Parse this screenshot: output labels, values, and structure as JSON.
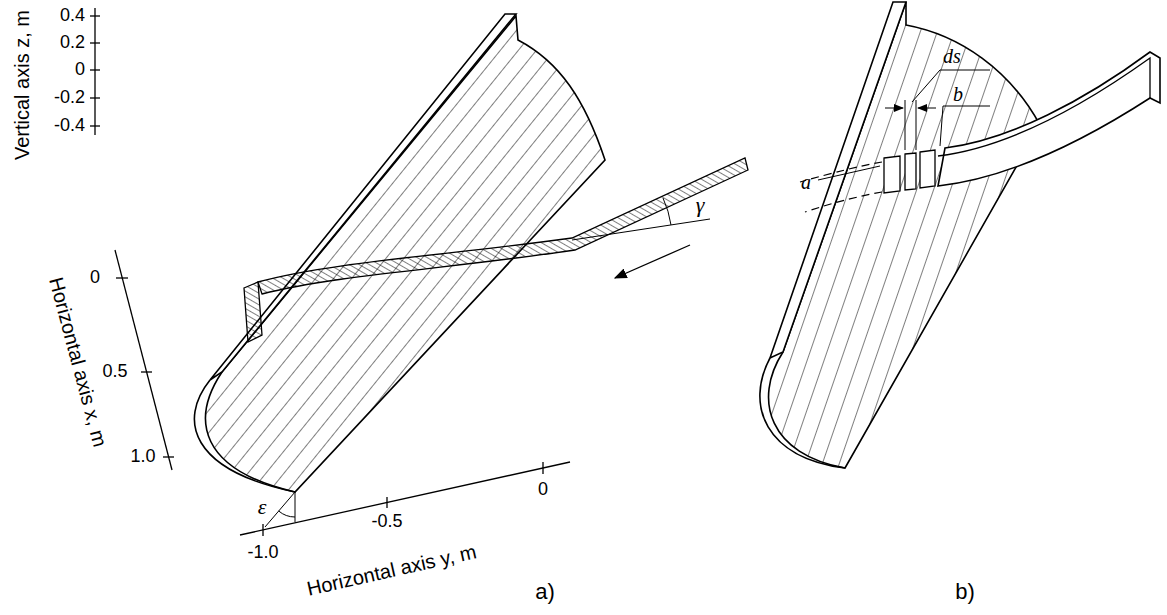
{
  "diagram": {
    "labels": [
      "Vertical axis z, m",
      "0.4",
      "0.2",
      "0",
      "-0.2",
      "-0.4",
      "γ",
      "ε",
      "Horizontal axis x, m",
      "0",
      "0.5",
      "1.0",
      "Horizontal axis y, m",
      "-1.0",
      "-0.5",
      "0",
      "a)",
      "ds",
      "b",
      "a",
      "b)"
    ]
  }
}
